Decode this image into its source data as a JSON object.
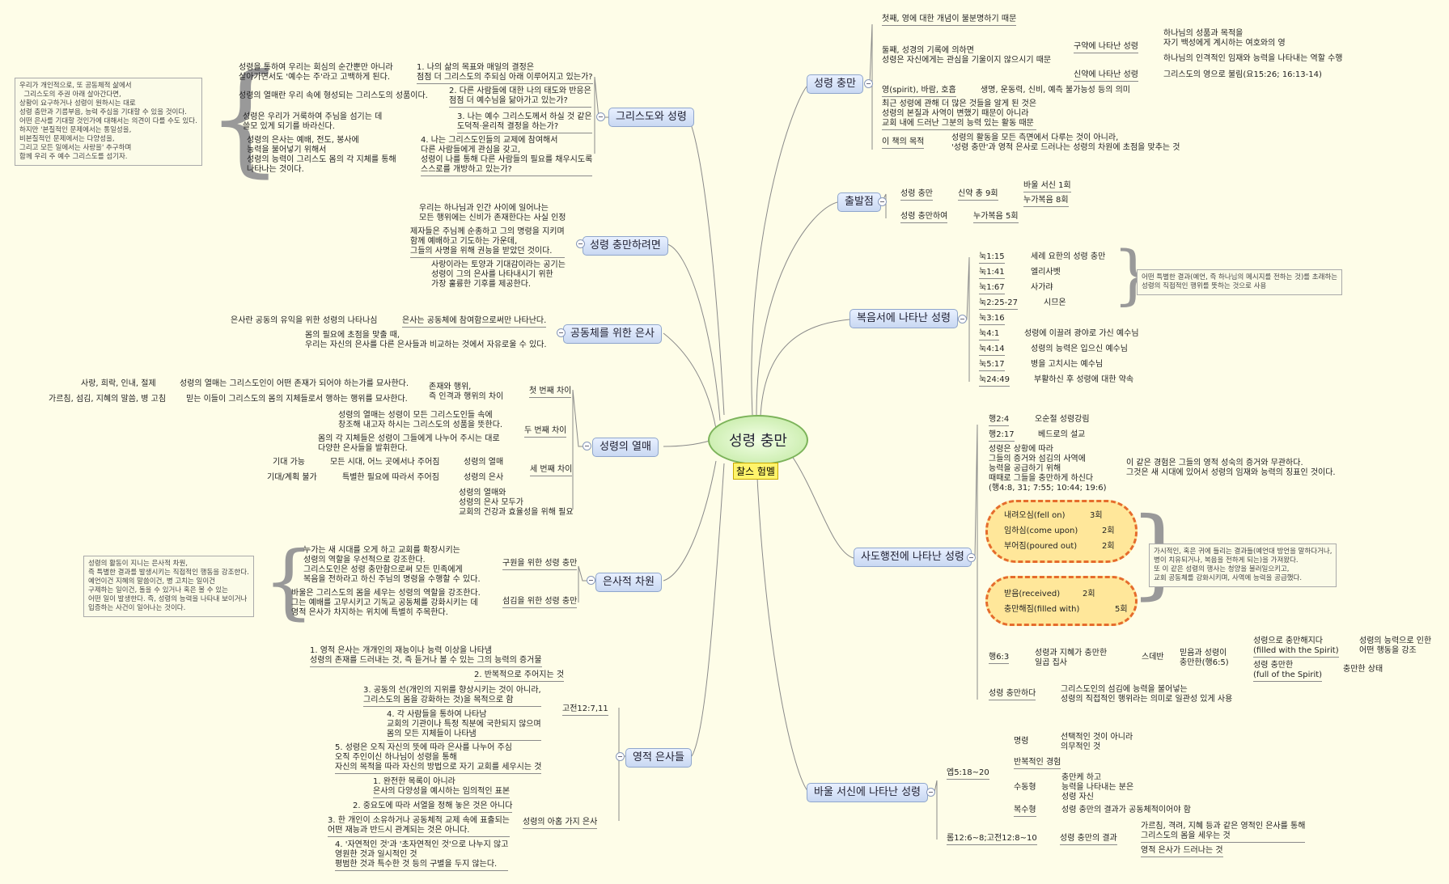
{
  "central": {
    "title": "성령 충만",
    "author": "찰스 험멜"
  },
  "notes": {
    "left_top": "우리가 개인적으로, 또 공동체적 삶에서\n  그리스도의 주권 아래 살아간다면,\n상황이 요구하거나 성령이 원하시는 대로\n성령 충만과 기름부음, 능력 주심을 기대할 수 있을 것이다.\n어떤 은사를 기대할 것인가에 대해서는 의견이 다를 수도 있다.\n하지만 '본질적인 문제에서는 통일성을,\n비본질적인 문제에서는 다양성을,\n그리고 모든 일에서는 사랑을' 추구하며\n함께 우리 주 예수 그리스도를 섬기자.",
    "left_mid": "성령의 활동이 지니는 은사적 차원,\n즉 특별한 결과를 발생시키는 직접적인 행동을 강조한다.\n예언이건 지혜의 말씀이건, 병 고치는 일이건\n구제하는 일이건, 돌을 수 있거나 혹은 볼 수 있는\n어떤 일이 발생한다. 즉, 성령의 능력을 나타내 보이거나\n입증하는 사건이 일어나는 것이다.",
    "right_gospel": "어떤 특별한 결과(예언, 즉 하나님의 메시지를 전하는 것)를 초래하는\n성령의 직접적인 행위를 뜻하는 것으로 사용",
    "right_acts": "가시적인, 혹은 귀에 들리는 결과들(예언대 방언을 말하다거나,\n병이 치유되거나, 복음을 전하게 되는)을 가져왔다.\n또 이 같은 성령의 행사는 청양을 불러일으키고,\n교회 공동체를 강화시키며, 사역에 능력을 공급했다."
  },
  "branches": {
    "christ": "그리스도와 성령",
    "want": "성령 충만하려면",
    "community": "공동체를 위한 은사",
    "fruit": "성령의 열매",
    "charis": "은사적 차원",
    "spiritual": "영적 은사들",
    "fill": "성령 충만",
    "start": "출발점",
    "gospel": "복음서에 나타난 성령",
    "acts": "사도행전에 나타난 성령",
    "paul": "바울 서신에 나타난 성령"
  },
  "christ": {
    "q1": "1. 나의 삶의 목표와 매일의 결정은\n점점 더 그리스도의 주되심 아래 이루어지고 있는가?",
    "a1": "성령을 통하여 우리는 회심의 순간뿐만 아니라\n살아가면서도 '예수는 주'라고 고백하게 된다.",
    "q2": "2. 다른 사람들에 대한 나의 태도와 반응은\n점점 더 예수님을 닮아가고 있는가?",
    "a2": "성령의 열매란 우리 속에 형성되는 그리스도의 성품이다.",
    "q3": "3. 나는 예수 그리스도께서 하실 것 같은\n도덕적·윤리적 결정을 하는가?",
    "a3": "성령은 우리가 거룩하여 주님을 섬기는 데\n쓸모 있게 되기를 바라신다.",
    "q4": "4. 나는 그리스도인들의 교제에 참여해서\n다른 사람들에게 관심을 갖고,\n성령이 나를 통해 다른 사람들의 필요를 채우시도록\n스스로를 개방하고 있는가?",
    "a4": "성령의 은사는 예배, 전도, 봉사에\n능력을 불어넣기 위해서\n성령의 능력이 그리스도 몸의 각 지체를 통해\n나타나는 것이다."
  },
  "want": {
    "w1": "우리는 하나님과 인간 사이에 일어나는\n모든 행위에는 신비가 존재한다는 사실 인정",
    "w2": "제자들은 주님께 순종하고 그의 명령을 지키며\n함께 예배하고 기도하는 가운데,\n그들의 사명을 위해 권능을 받았던 것이다.",
    "w3": "사랑이라는 토양과 기대감이라는 공기는\n성령이 그의 은사를 나타내시기 위한\n가장 훌륭한 기후를 제공한다."
  },
  "community": {
    "c1": "은사는 공동체에 참여함으로써만 나타난다.",
    "c1a": "은사란 공동의 유익을 위한 성령의 나타나심",
    "c2": "몸의 필요에 초점을 맞출 때,\n우리는 자신의 은사를 다른 은사들과 비교하는 것에서 자유로울 수 있다."
  },
  "fruit": {
    "d1": "첫 번째 차이",
    "d1a": "존재와 행위,\n즉 인격과 행위의 차이",
    "d1a1": "성령의 열매는 그리스도인이 어떤 존재가 되어야 하는가를 묘사한다.",
    "d1a1x": "사랑, 희락, 인내, 절제",
    "d1a2": "믿는 이들이 그리스도의 몸의 지체들로서 행하는 행위를 묘사한다.",
    "d1a2x": "가르침, 섬김, 지혜의 말씀, 병 고침",
    "d2": "두 번째 차이",
    "d2a": "성령의 열매는 성령이 모든 그리스도인들 속에\n창조해 내고자 하시는 그리스도의 성품을 뜻한다.",
    "d2b": "몸의 각 지체들은 성령이 그들에게 나누어 주시는 대로\n다양한 은사들을 발휘한다.",
    "d3": "세 번째 차이",
    "d3a": "성령의 열매",
    "d3a1": "모든 시대, 어느 곳에서나 주어짐",
    "d3a1x": "기대 가능",
    "d3b": "성령의 은사",
    "d3b1": "특별한 필요에 따라서 주어짐",
    "d3b1x": "기대/계획 불가",
    "d4": "성령의 열매와\n성령의 은사 모두가\n교회의 건강과 효율성을 위해 필요"
  },
  "charis": {
    "k1": "구원을 위한 성령 충만",
    "k1a": "누가는 새 시대를 오게 하고 교회를 확장시키는\n성령의 역할을 우선적으로 강조한다.\n그리스도인은 성령 충만함으로써 모든 민족에게\n복음을 전하라고 하신 주님의 명령을 수행할 수 있다.",
    "k2": "섬김을 위한 성령 충만",
    "k2a": "바울은 그리스도의 몸을 세우는 성령의 역할을 강조한다.\n그는 예배를 고무시키고 기독교 공동체를 강화시키는 데\n영적 은사가 차지하는 위치에 특별히 주목한다."
  },
  "spiritual": {
    "ref": "고전12:7,11",
    "s1": "1. 영적 은사는 개개인의 재능이나 능력 이상을 나타냄\n성령의 존재를 드러내는 것, 즉 듣거나 볼 수 있는 그의 능력의 증거물",
    "s2": "2. 반복적으로 주어지는 것",
    "s3": "3. 공동의 선(개인의 지위를 향상시키는 것이 아니라,\n그리스도의 몸을 강화하는 것)을 목적으로 함",
    "s4": "4. 각 사람들을 통하여 나타남\n교회의 기관이나 특정 직분에 국한되지 않으며\n몸의 모든 지체들이 나타냄",
    "s5": "5. 성령은 오직 자신의 뜻에 따라 은사를 나누어 주심\n오직 주인이신 하나님이 성령을 통해\n자신의 목적을 따라 자신의 방법으로 자기 교회를 세우시는 것",
    "nine": "성령의 아홉 가지 은사",
    "n1": "1. 완전한 목록이 아니라\n은사의 다양성을 예시하는 임의적인 표본",
    "n2": "2. 중요도에 따라 서열을 정해 놓은 것은 아니다",
    "n3": "3. 한 개인이 소유하거나 공동체적 교제 속에 표출되는\n어떤 재능과 반드시 관계되는 것은 아니다.",
    "n4": "4. '자연적인 것'과 '초자연적인 것'으로 나누지 않고\n영원한 것과 일시적인 것\n평범한 것과 특수한 것 등의 구별을 두지 않는다."
  },
  "fill": {
    "f1": "첫째, 영에 대한 개념이 불분명하기 때문",
    "f2": "둘째, 성경의 기록에 의하면\n성령은 자신에게는 관심을 기울이지 않으시기 때문",
    "f2a": "구약에 나타난 성령",
    "f2a1": "하나님의 성품과 목적을\n자기 백성에게 계시하는 여호와의 영",
    "f2a2": "하나님의 인격적인 임재와 능력을 나타내는 역할 수행",
    "f2b": "신약에 나타난 성령",
    "f2b1": "그리스도의 영으로 불림(요15:26; 16:13-14)",
    "f3": "영(spirit), 바람, 호흡",
    "f3a": "생명, 운동력, 신비, 예측 불가능성 등의 의미",
    "f4": "최근 성령에 관해 더 많은 것들을 알게 된 것은\n성령의 본질과 사역이 변했기 때문이 아니라\n교회 내에 드러난 그분의 능력 있는 활동 때문",
    "f5": "이 책의 목적",
    "f5a": "성령의 활동을 모든 측면에서 다루는 것이 아니라,\n'성령 충만'과 영적 은사로 드러나는 성령의 차원에 초점을 맞추는 것"
  },
  "start": {
    "s1": "성령 충만",
    "s1a": "신약 총 9회",
    "s1a1": "바울 서신 1회",
    "s1a2": "누가복음 8회",
    "s2": "성령 충만하여",
    "s2a": "누가복음 5회"
  },
  "gospel": {
    "items": [
      {
        "ref": "눅1:15",
        "text": "세례 요한의 성령 충만"
      },
      {
        "ref": "눅1:41",
        "text": "엘리사벳"
      },
      {
        "ref": "눅1:67",
        "text": "사가랴"
      },
      {
        "ref": "눅2:25-27",
        "text": "시므온"
      },
      {
        "ref": "눅3:16",
        "text": ""
      },
      {
        "ref": "눅4:1",
        "text": "성령에 이끌려 광야로 가신 예수님"
      },
      {
        "ref": "눅4:14",
        "text": "성령의 능력은 입으신 예수님"
      },
      {
        "ref": "눅5:17",
        "text": "병을 고치시는 예수님"
      },
      {
        "ref": "눅24:49",
        "text": "부활하신 후 성령에 대한 약속"
      }
    ]
  },
  "acts": {
    "a1": "행2:4",
    "a1a": "오순절 성령강림",
    "a2": "행2:17",
    "a2a": "베드로의 설교",
    "a3": "성령은 상황에 따라\n그들의 증거와 섬김의 사역에\n능력을 공급하기 위해\n때때로 그들을 충만하게 하신다\n(행4:8, 31; 7:55; 10:44; 19:6)",
    "a3a": "이 같은 경험은 그들의 영적 성숙의 증거와 무관하다.\n그것은 새 시대에 있어서 성령의 임재와 능력의 징표인 것이다.",
    "terms": [
      {
        "t": "내려오심(fell on)",
        "n": "3회"
      },
      {
        "t": "임하심(come upon)",
        "n": "2회"
      },
      {
        "t": "부어짐(poured out)",
        "n": "2회"
      },
      {
        "t": "받음(received)",
        "n": "2회"
      },
      {
        "t": "충만해짐(filled with)",
        "n": "5회"
      }
    ],
    "a4": "행6:3",
    "a4a": "성령과 지혜가 충만한\n일곱 집사",
    "a4b": "스데반",
    "a4c": "믿음과 성령이\n충만한(행6:5)",
    "a4d": "성령으로 충만해지다\n(filled with the Spirit)",
    "a4d1": "성령의 능력으로 인한\n어떤 행동을 강조",
    "a4e": "성령 충만한\n(full of the Spirit)",
    "a4e1": "충만한 상태",
    "a5": "성령 충만하다",
    "a5a": "그리스도인의 섬김에 능력을 불어넣는\n성령의 직접적인 행위라는 의미로 일관성 있게 사용"
  },
  "paul": {
    "eph": "엡5:18~20",
    "e1": "명령",
    "e1a": "선택적인 것이 아니라\n의무적인 것",
    "e2": "반복적인 경험",
    "e3": "수동형",
    "e3a": "충만케 하고\n능력을 나타내는 분은\n성령 자신",
    "e4": "복수형",
    "e4a": "성령 충만의 결과가 공동체적이어야 함",
    "rom": "롬12:6~8;고전12:8~10",
    "r1": "성령 충만의 결과",
    "r1a": "가르침, 격려, 지혜 등과 같은 영적인 은사를 통해\n그리스도의 몸을 세우는 것",
    "r1b": "영적 은사가 드러나는 것"
  }
}
